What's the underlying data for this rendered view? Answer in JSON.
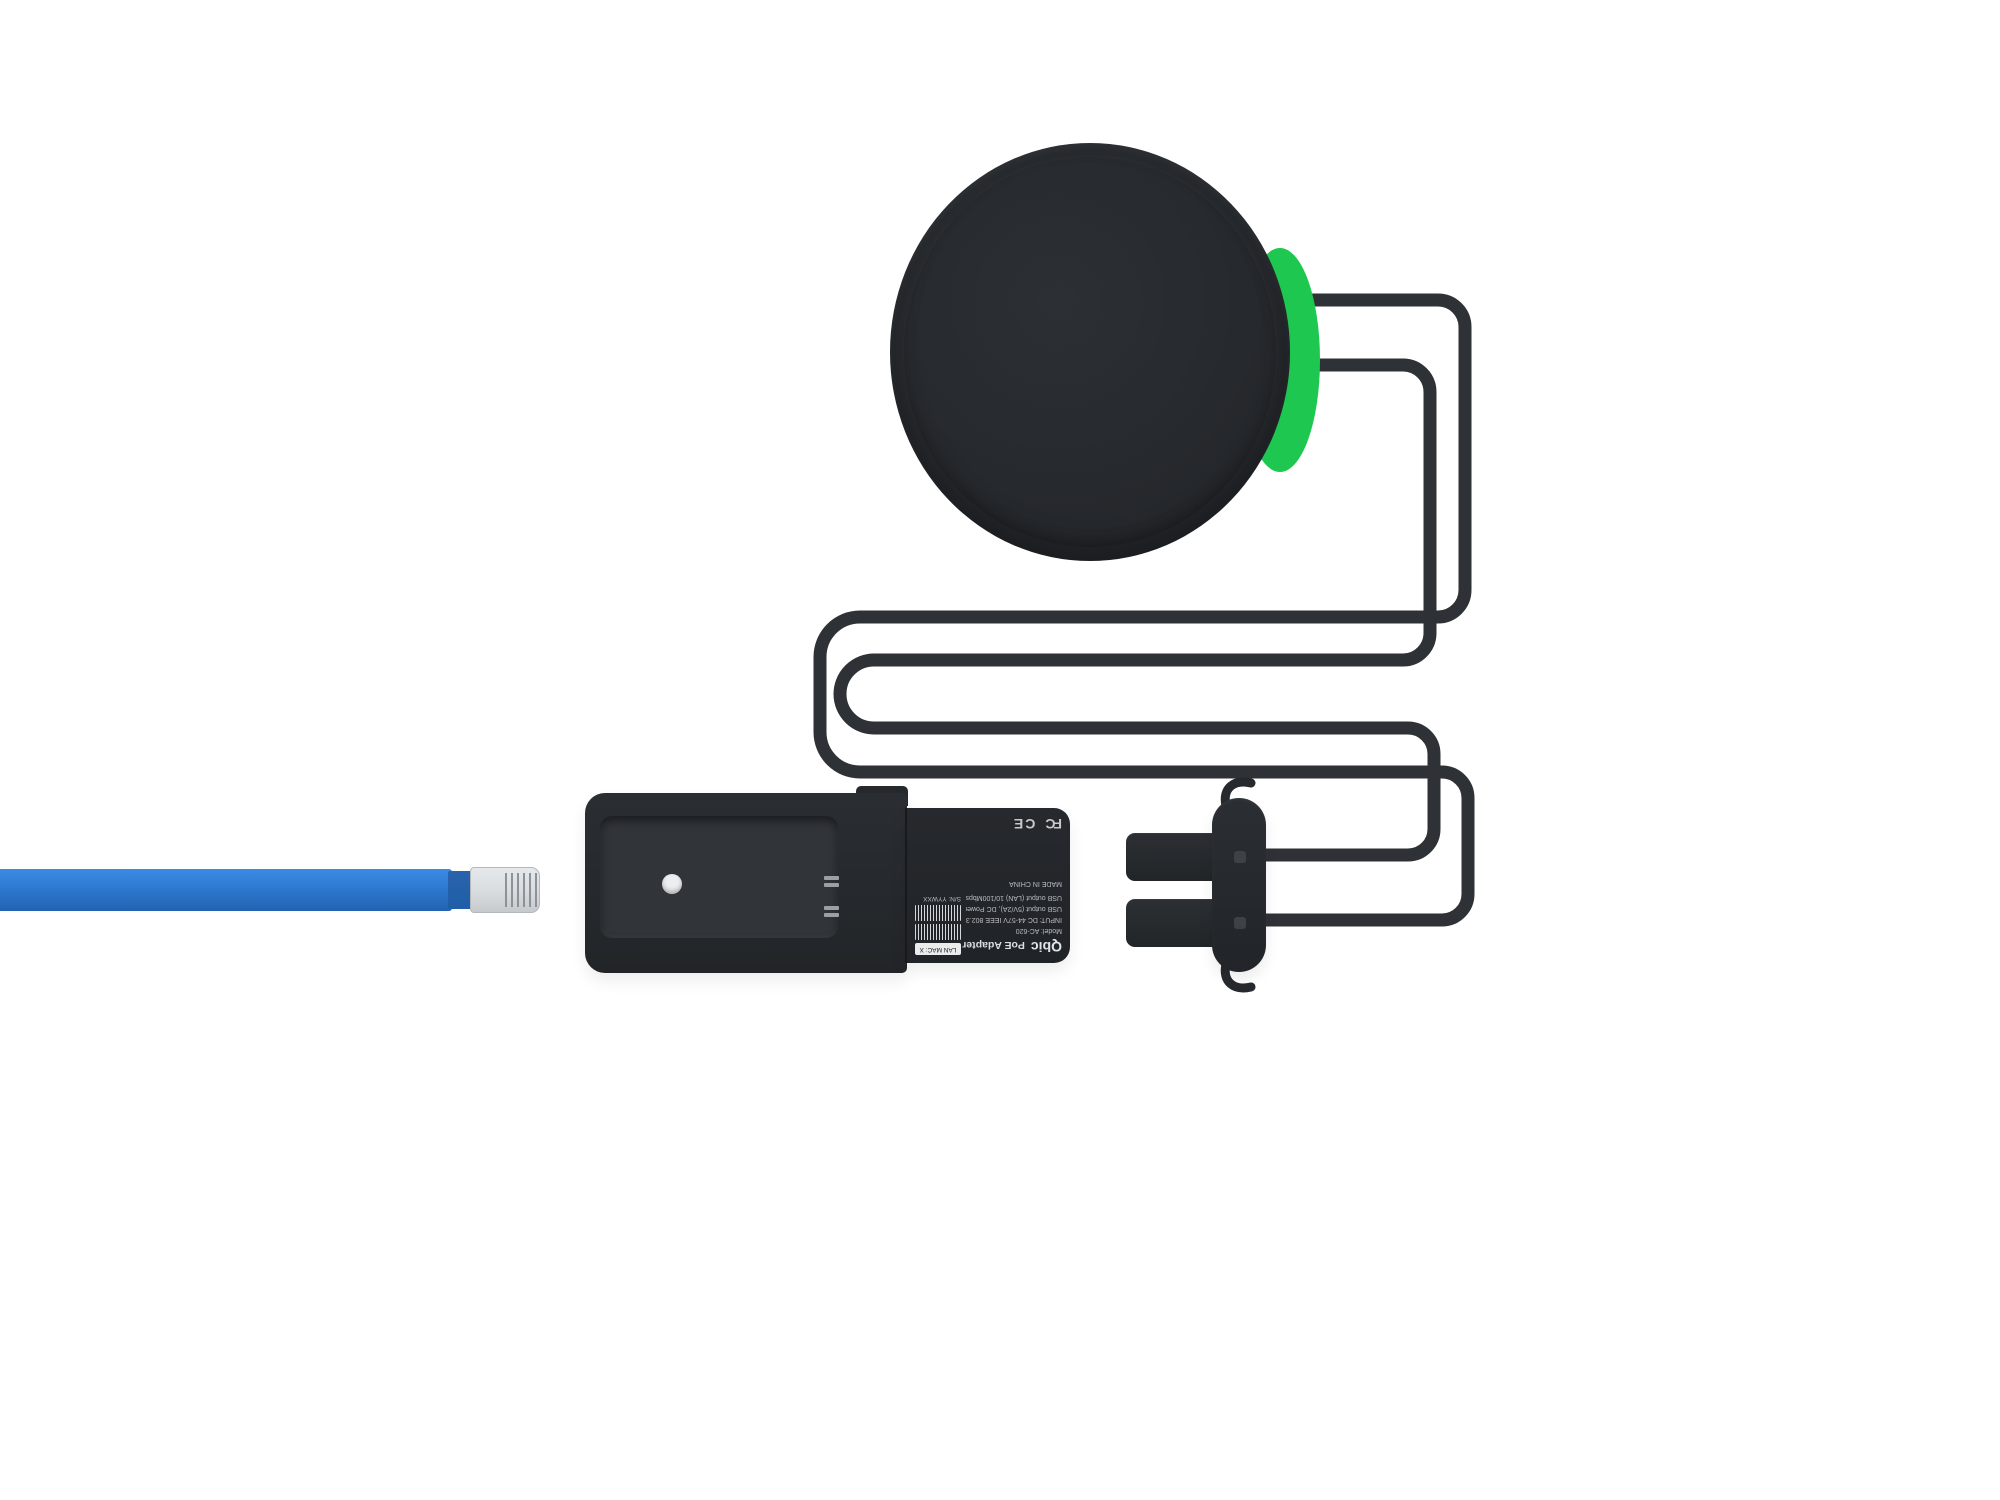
{
  "colors": {
    "background": "#ffffff",
    "device_body": "#26292d",
    "device_body_dark": "#202327",
    "accent_green": "#1ec750",
    "cable": "#2e3236",
    "slot": "#31353a",
    "ethernet_blue": "#2e7ad1",
    "ethernet_blue_dark": "#1f5ea8",
    "label_text": "#c6cacd",
    "rj45_shell": "#d9dcdf"
  },
  "adapter_label": {
    "brand": "Qbic",
    "product": "PoE Adapter",
    "model": "Model: AC-620",
    "input_spec": "INPUT: DC 44-57V IEEE 802.3af",
    "usb_power_spec": "USB output (5V/2A), DC Power",
    "usb_lan_spec": "USB output (LAN) 10/100Mbps",
    "made_in": "MADE IN CHINA",
    "lan_mac": "LAN MAC: X",
    "serial": "S/N: YYWXX",
    "fcc_mark": "FC",
    "ce_mark": "CE"
  }
}
